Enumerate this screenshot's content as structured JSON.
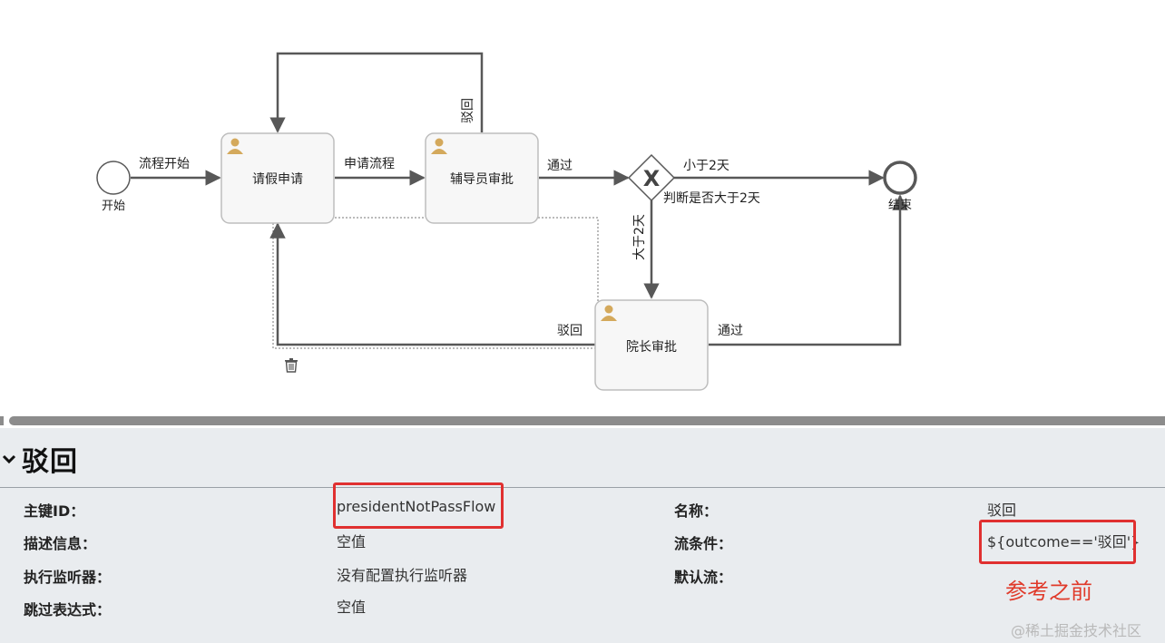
{
  "diagram": {
    "start_label": "开始",
    "end_label": "结束",
    "tasks": [
      {
        "id": "leave-request",
        "label": "请假申请"
      },
      {
        "id": "counselor-approval",
        "label": "辅导员审批"
      },
      {
        "id": "president-approval",
        "label": "院长审批"
      }
    ],
    "flows": {
      "start_flow": "流程开始",
      "apply_flow": "申请流程",
      "counselor_pass": "通过",
      "counselor_reject": "驳回",
      "less_than_2": "小于2天",
      "more_than_2": "大于2天",
      "president_pass": "通过",
      "president_reject": "驳回"
    },
    "gateway_label": "判断是否大于2天",
    "gateway_symbol": "X"
  },
  "properties": {
    "title": "驳回",
    "fields": {
      "id_label": "主键ID：",
      "id_value": "presidentNotPassFlow",
      "name_label": "名称：",
      "name_value": "驳回",
      "desc_label": "描述信息：",
      "desc_value": "空值",
      "condition_label": "流条件：",
      "condition_value": "${outcome=='驳回'}",
      "listener_label": "执行监听器：",
      "listener_value": "没有配置执行监听器",
      "default_label": "默认流：",
      "skip_label": "跳过表达式：",
      "skip_value": "空值"
    },
    "annotation": "参考之前",
    "watermark": "@稀土掘金技术社区"
  },
  "colors": {
    "highlight": "#e03030",
    "annotation": "#e03a2a",
    "task_fill": "#f7f7f7",
    "task_stroke": "#bdbdbd",
    "flow_stroke": "#585858",
    "user_icon": "#d4a95c"
  }
}
